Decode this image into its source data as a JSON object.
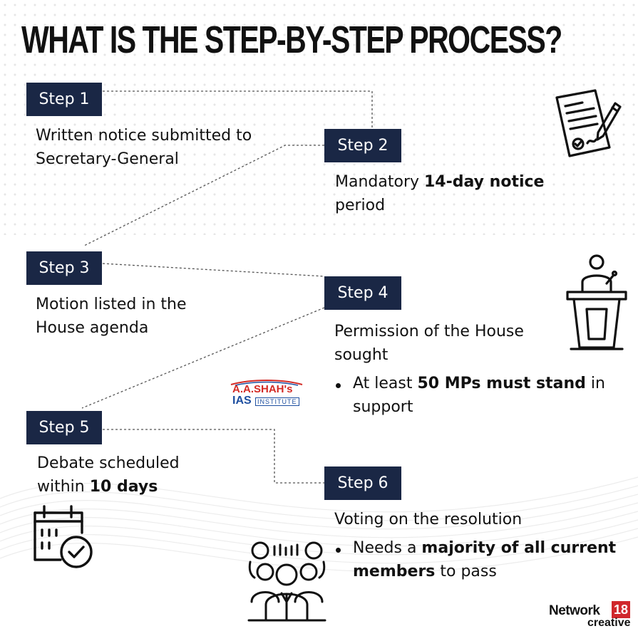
{
  "title": "WHAT IS THE STEP-BY-STEP PROCESS?",
  "colors": {
    "badge": "#1a2745",
    "text": "#111111",
    "connector": "#555555",
    "logo_red": "#d32a25",
    "logo_blue": "#1e4fa0",
    "brand_red": "#d0282c"
  },
  "steps": [
    {
      "label": "Step 1",
      "text": [
        {
          "t": "Written notice submitted to Secretary-General",
          "b": false
        }
      ]
    },
    {
      "label": "Step 2",
      "text": [
        {
          "t": "Mandatory ",
          "b": false
        },
        {
          "t": "14-day notice",
          "b": true
        },
        {
          "t": " period",
          "b": false
        }
      ]
    },
    {
      "label": "Step 3",
      "text": [
        {
          "t": "Motion listed in the House agenda",
          "b": false
        }
      ]
    },
    {
      "label": "Step 4",
      "text": [
        {
          "t": "Permission of the House sought",
          "b": false
        }
      ],
      "bullet": [
        {
          "t": "At least ",
          "b": false
        },
        {
          "t": "50 MPs must stand",
          "b": true
        },
        {
          "t": " in support",
          "b": false
        }
      ]
    },
    {
      "label": "Step 5",
      "text": [
        {
          "t": "Debate scheduled within ",
          "b": false
        },
        {
          "t": "10 days",
          "b": true
        }
      ]
    },
    {
      "label": "Step 6",
      "text": [
        {
          "t": "Voting on the resolution",
          "b": false
        }
      ],
      "bullet": [
        {
          "t": "Needs a ",
          "b": false
        },
        {
          "t": "majority of all current members",
          "b": true
        },
        {
          "t": " to pass",
          "b": false
        }
      ]
    }
  ],
  "icons": [
    "document-sign-icon",
    "podium-speaker-icon",
    "calendar-check-icon",
    "crowd-group-icon"
  ],
  "watermark_logo": {
    "line1": "A.A.SHAH's",
    "line2": "IAS",
    "line3": "INSTITUTE"
  },
  "brand": {
    "name": "Network",
    "number": "18",
    "sub": "creative"
  }
}
